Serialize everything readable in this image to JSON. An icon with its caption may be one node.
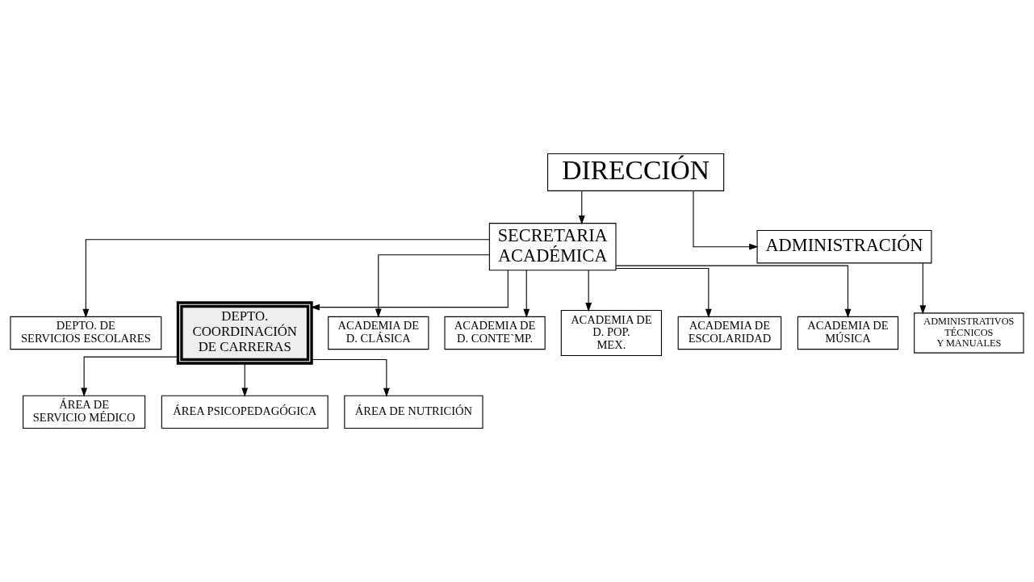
{
  "diagram": {
    "nodes": [
      {
        "text": [
          "DIRECCIÓN"
        ]
      },
      {
        "text": [
          "SECRETARIA ACADÉMICA"
        ]
      },
      {
        "text": [
          "ADMINISTRACIÓN"
        ]
      },
      {
        "text": [
          "DEPTO. DE SERVICIOS ESCOLARES"
        ]
      },
      {
        "text": [
          "DEPTO. COORDINACIÓN DE CARRERAS"
        ]
      },
      {
        "text": [
          "ADMINISTRATIVOS TÉCNICOS Y MANUALES"
        ]
      },
      {
        "text": [
          "ACADEMIA DE D. CLÁSICA"
        ]
      },
      {
        "text": [
          "ACADEMIA DE D. CONTE`MP."
        ]
      },
      {
        "text": [
          "ACADEMIA DE D. POP. MEX."
        ]
      },
      {
        "text": [
          "ACADEMIA DE ESCOLARIDAD"
        ]
      },
      {
        "text": [
          "ACADEMIA DE MÚSICA"
        ]
      },
      {
        "text": [
          "ÁREA DE SERVICIO MÉDICO"
        ]
      },
      {
        "text": [
          "ÁREA PSICOPEDAGÓGICA"
        ]
      },
      {
        "text": [
          "ÁREA DE NUTRICIÓN"
        ]
      }
    ],
    "edges": [
      {
        "from": 0,
        "to": 1,
        "arrow": "to"
      },
      {
        "from": 0,
        "to": 2,
        "arrow": "to"
      },
      {
        "from": 1,
        "to": 3,
        "arrow": "to"
      },
      {
        "from": 1,
        "to": 4,
        "arrow": "to"
      },
      {
        "from": 2,
        "to": 5,
        "arrow": "to"
      },
      {
        "from": 1,
        "to": 6,
        "arrow": "to"
      },
      {
        "from": 1,
        "to": 7,
        "arrow": "to"
      },
      {
        "from": 1,
        "to": 8,
        "arrow": "to"
      },
      {
        "from": 1,
        "to": 9,
        "arrow": "to"
      },
      {
        "from": 1,
        "to": 10,
        "arrow": "to"
      },
      {
        "from": 4,
        "to": 11,
        "arrow": "to"
      },
      {
        "from": 4,
        "to": 12,
        "arrow": "to"
      },
      {
        "from": 4,
        "to": 13,
        "arrow": "to"
      }
    ]
  }
}
